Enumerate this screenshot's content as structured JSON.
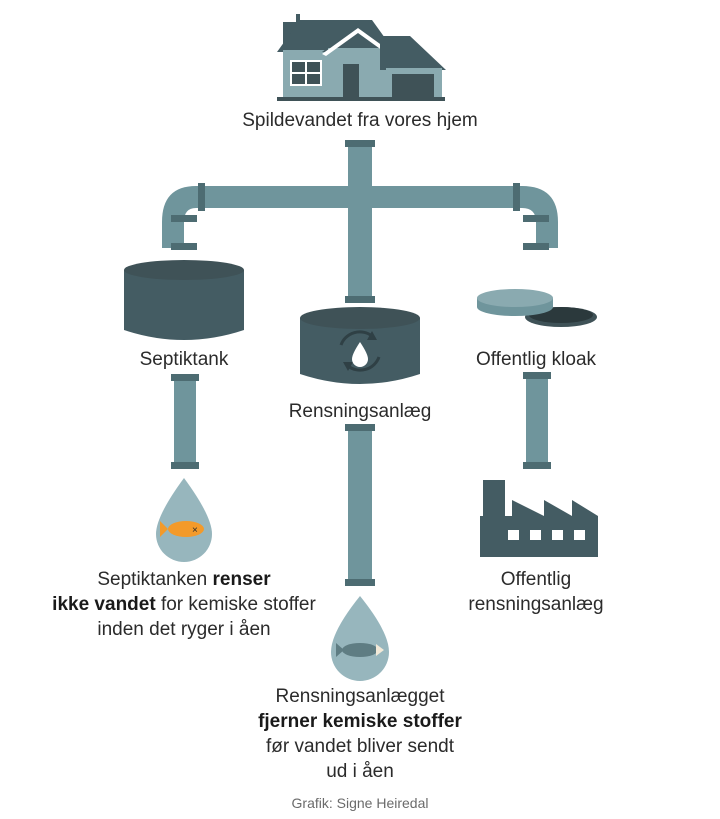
{
  "colors": {
    "pipe": "#6f959c",
    "pipe_dark": "#4d6c72",
    "bolt": "#3f5257",
    "dark": "#3f5257",
    "house_roof": "#445c63",
    "house_wall": "#8aaab0",
    "fish_orange": "#f39a2a",
    "drop": "#97b6bd",
    "white": "#ffffff"
  },
  "labels": {
    "home": "Spildevandet fra vores hjem",
    "septic": "Septiktank",
    "treatment_plant": "Rensningsanlæg",
    "public_sewer": "Offentlig kloak",
    "public_treatment_line1": "Offentlig",
    "public_treatment_line2": "rensningsanlæg"
  },
  "notes": {
    "septic_l1_pre": "Septiktanken ",
    "septic_l1_bold": "renser",
    "septic_l2_bold": "ikke vandet",
    "septic_l2_post": " for kemiske stoffer",
    "septic_l3": "inden det ryger i åen",
    "plant_l1": "Rensningsanlægget",
    "plant_l2_bold": "fjerner kemiske stoffer",
    "plant_l3": "før vandet bliver sendt",
    "plant_l4": "ud i åen"
  },
  "credit": "Grafik: Signe Heiredal",
  "icons": {
    "house": "house-icon",
    "septic_tank": "septic-tank-icon",
    "treatment_tank": "treatment-tank-icon",
    "manhole": "manhole-icon",
    "factory": "factory-icon",
    "dead_fish_drop": "dead-fish-drop-icon",
    "live_fish_drop": "live-fish-drop-icon"
  }
}
